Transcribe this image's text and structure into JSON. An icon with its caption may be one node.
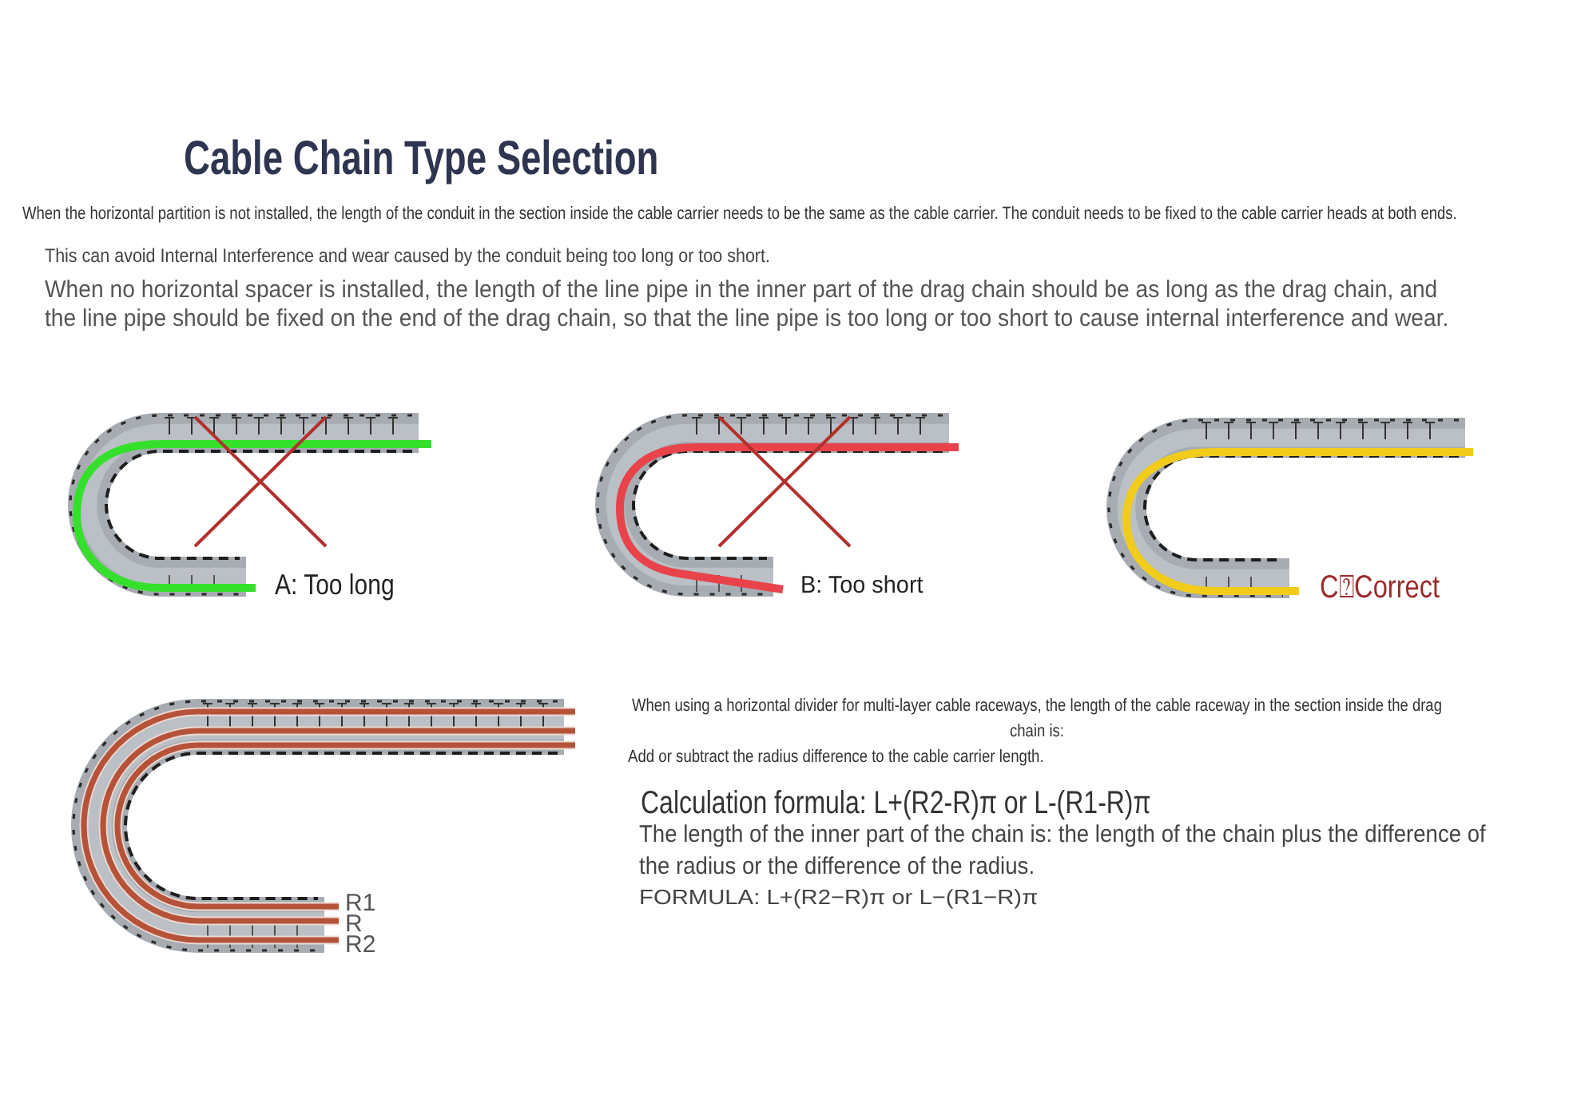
{
  "diagram": {
    "title": "Cable Chain Type Selection",
    "labels": [
      "When the horizontal partition is not installed, the length of the conduit in the section inside the cable carrier needs to be the same as the cable carrier. The conduit needs to be fixed to the cable carrier heads at both ends.",
      "This can avoid Internal Interference and wear caused by the conduit being too long or too short.",
      "When no horizontal spacer is installed, the length of the line pipe in the inner part of the drag chain should be as long as the drag chain, and the line pipe should be fixed on the end of the drag chain, so that the line pipe is too long or too short to cause internal interference and wear.",
      "A: Too long",
      "B: Too short",
      "C⍰Correct",
      "When using a horizontal divider for multi-layer cable raceways, the length of the cable raceway in the section inside the drag chain is:",
      "Add or subtract the radius difference to the cable carrier length.",
      "Calculation formula: L+(R2-R)π or L-(R1-R)π",
      "The length of the inner part of the chain is: the length of the chain plus the difference of the radius or the difference of the radius.",
      "FORMULA: L+(R2−R)π or L−(R1−R)π",
      "R1",
      "R",
      "R2"
    ]
  }
}
